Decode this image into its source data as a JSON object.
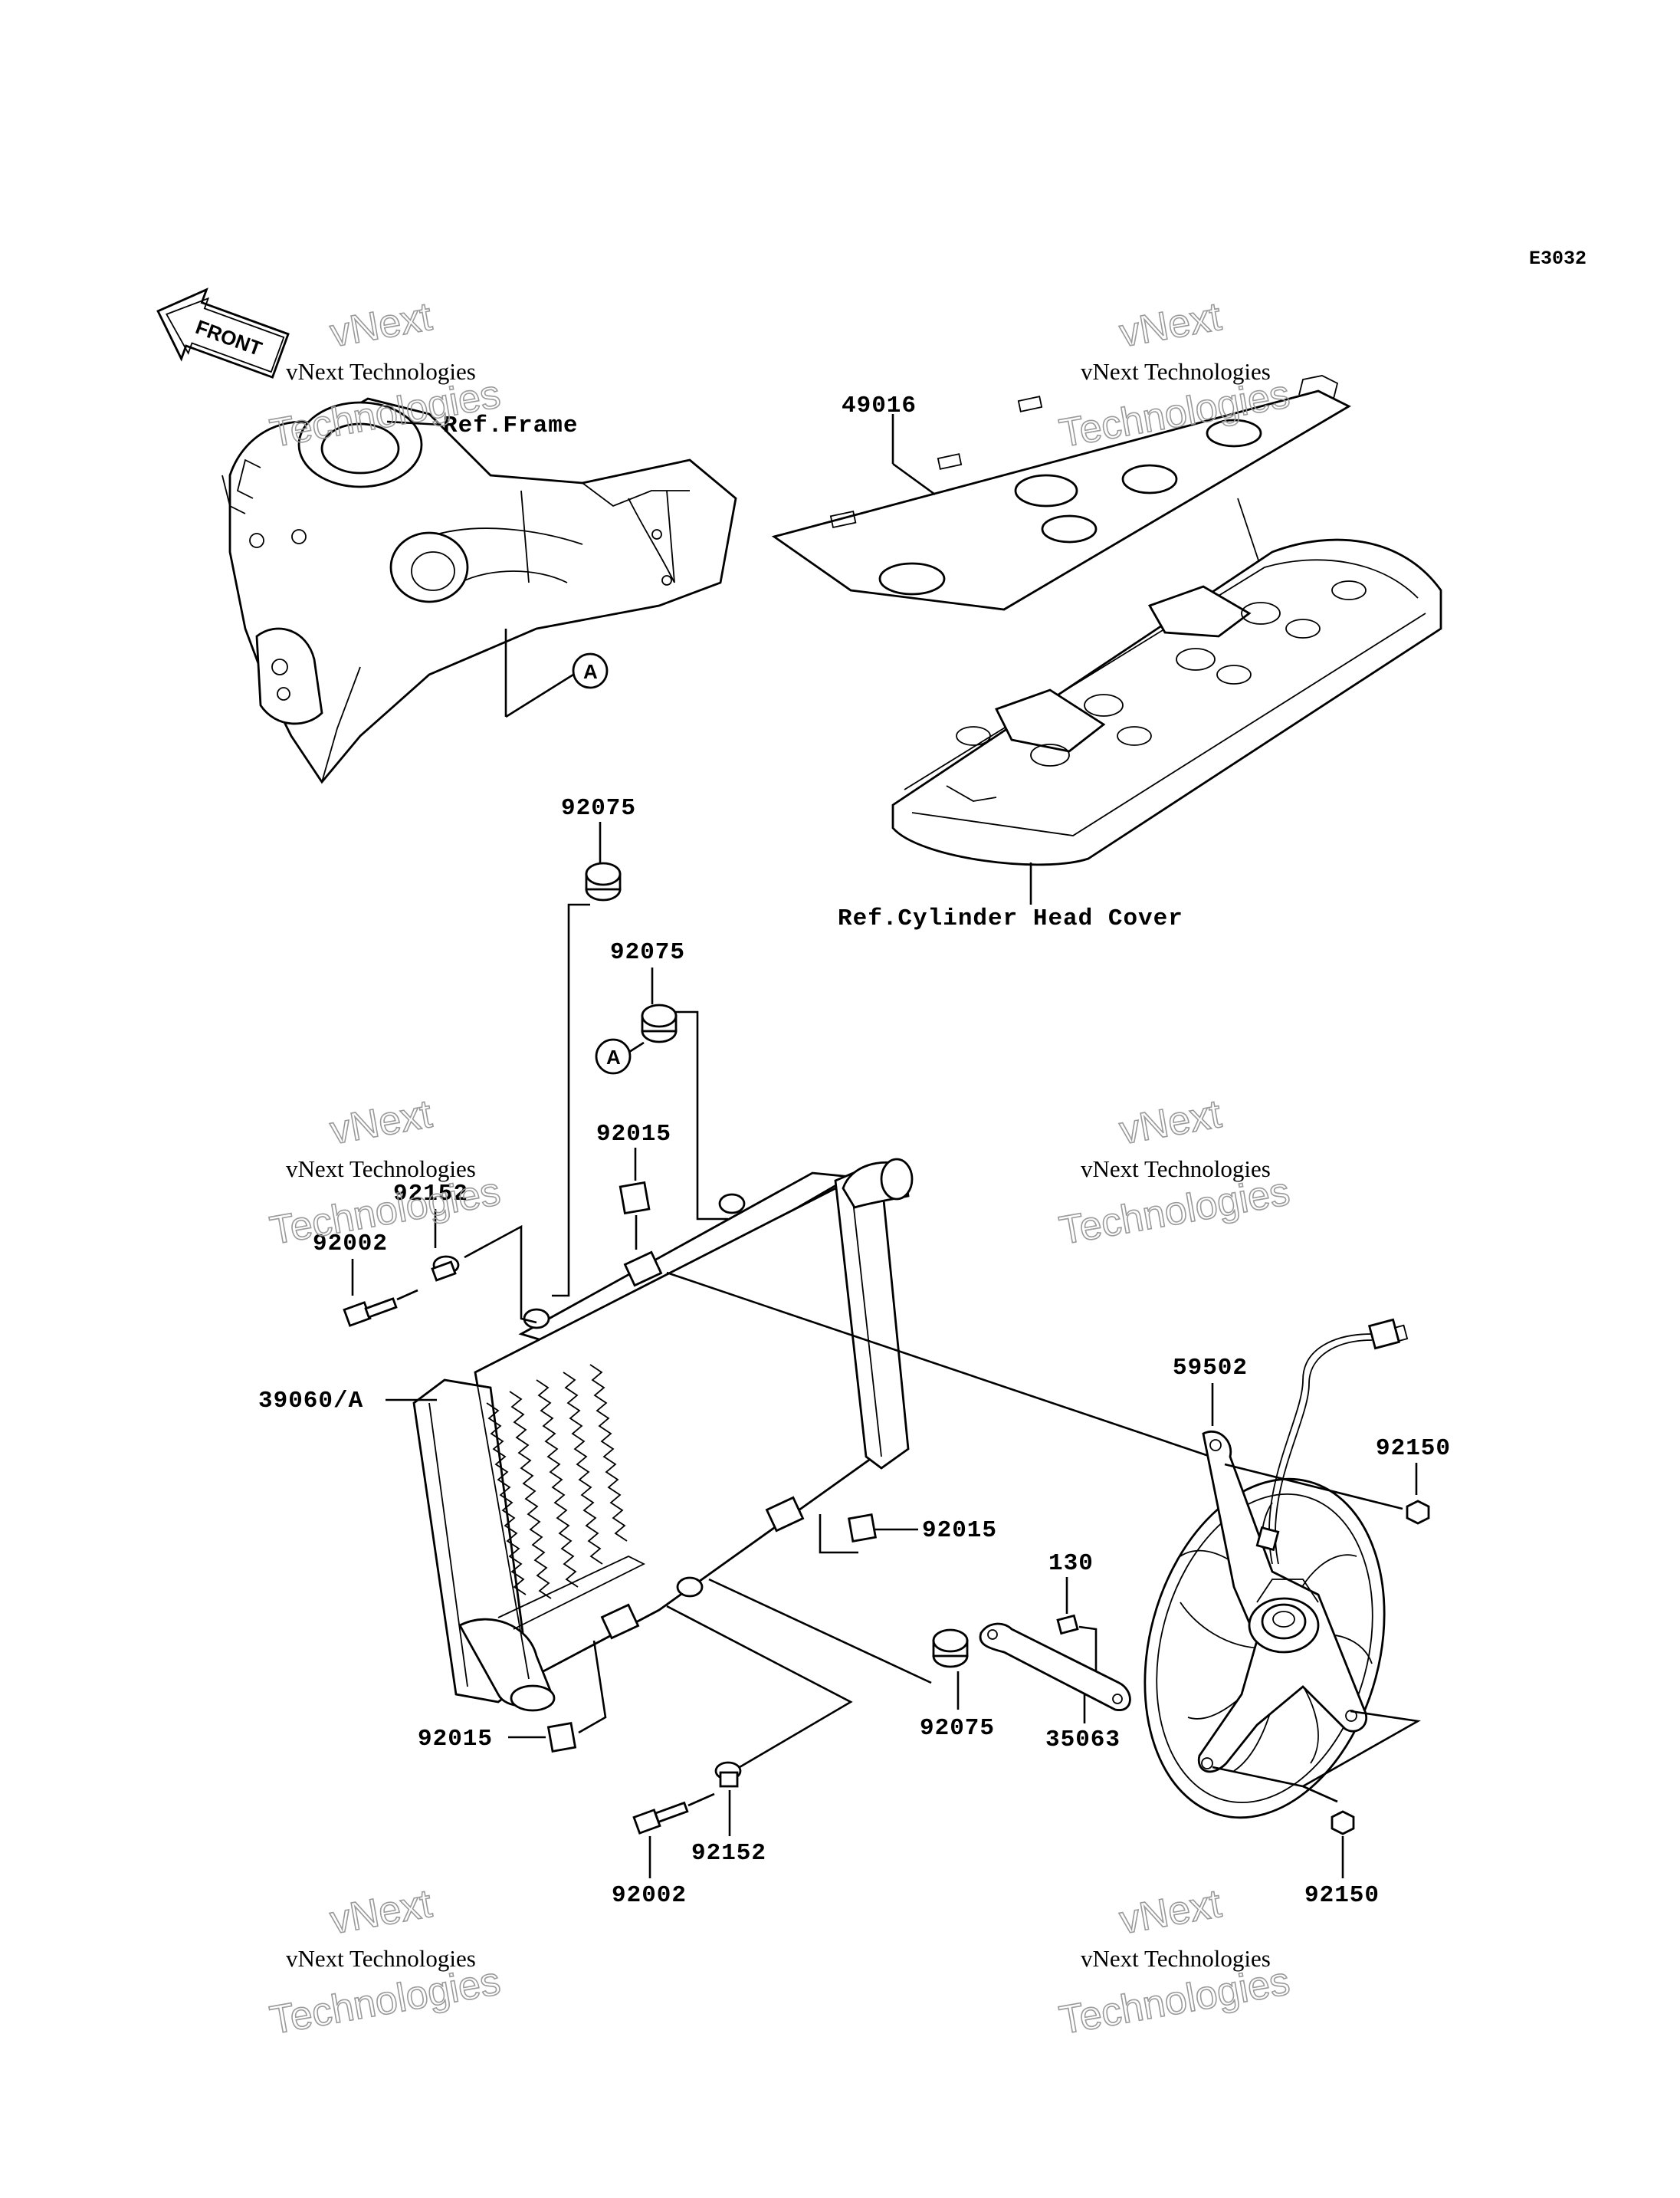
{
  "diagram": {
    "code": "E3032",
    "front_label": "FRONT",
    "refs": {
      "frame": "Ref.Frame",
      "cylinder_head_cover": "Ref.Cylinder Head Cover"
    },
    "callout_a": "A",
    "parts": {
      "p49016": "49016",
      "p92075_top": "92075",
      "p92075_mid": "92075",
      "p92075_low": "92075",
      "p92015_top": "92015",
      "p92015_right": "92015",
      "p92015_bottom": "92015",
      "p92152_top": "92152",
      "p92152_bottom": "92152",
      "p92002_top": "92002",
      "p92002_bottom": "92002",
      "p39060": "39060/A",
      "p59502": "59502",
      "p92150_top": "92150",
      "p92150_bottom": "92150",
      "p130": "130",
      "p35063": "35063"
    },
    "watermark": {
      "company": "vNext Technologies",
      "large_1": "vNext",
      "large_2": "Technologies"
    }
  }
}
